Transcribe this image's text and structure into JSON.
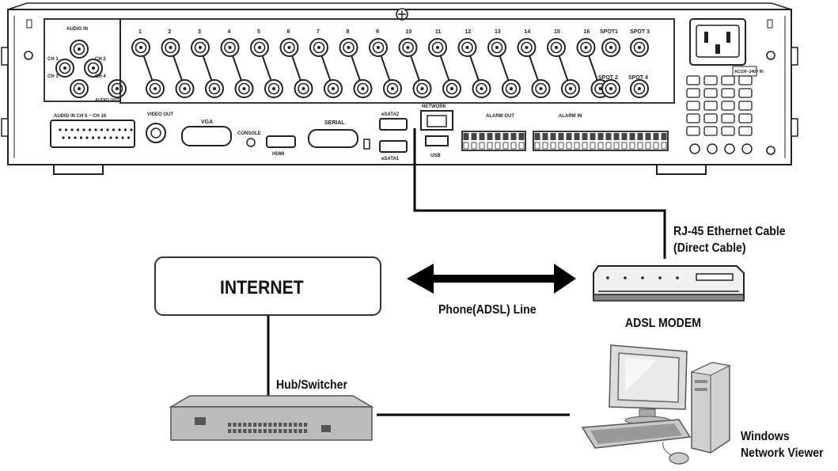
{
  "panel": {
    "audio_in": "AUDIO IN",
    "ch1": "CH 1",
    "ch2": "CH 2",
    "ch3": "CH 3",
    "ch4": "CH 4",
    "audio_out": "AUDIO OUT",
    "audio_in_range": "AUDIO IN CH 5 ~ CH 16",
    "video_out": "VIDEO OUT",
    "vga": "VGA",
    "console": "CONSOLE",
    "hdmi": "HDMI",
    "serial": "SERIAL",
    "esata2": "eSATA2",
    "esata1": "eSATA1",
    "network": "NETWORK",
    "usb": "USB",
    "alarm_out": "ALARM OUT",
    "alarm_in": "ALARM IN",
    "spot1": "SPOT1",
    "spot2": "SPOT 2",
    "spot3": "SPOT 3",
    "spot4": "SPOT 4",
    "power": "AC100~240V IN",
    "channels": [
      "1",
      "2",
      "3",
      "4",
      "5",
      "6",
      "7",
      "8",
      "9",
      "10",
      "11",
      "12",
      "13",
      "14",
      "15",
      "16"
    ]
  },
  "labels": {
    "internet": "INTERNET",
    "phone_line": "Phone(ADSL) Line",
    "cable_line1": "RJ-45 Ethernet Cable",
    "cable_line2": "(Direct Cable)",
    "modem": "ADSL MODEM",
    "hub": "Hub/Switcher",
    "viewer_line1": "Windows",
    "viewer_line2": "Network Viewer"
  }
}
